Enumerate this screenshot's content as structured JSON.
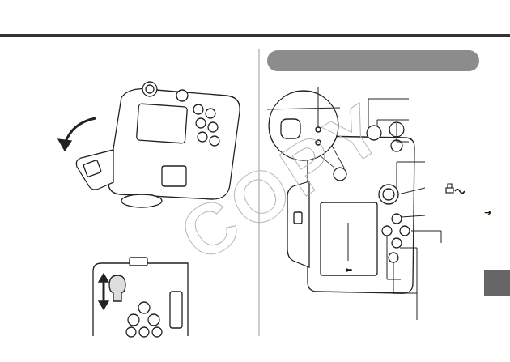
{
  "diagram": {
    "labels": [
      "COPY",
      "➔",
      "⬅"
    ]
  }
}
